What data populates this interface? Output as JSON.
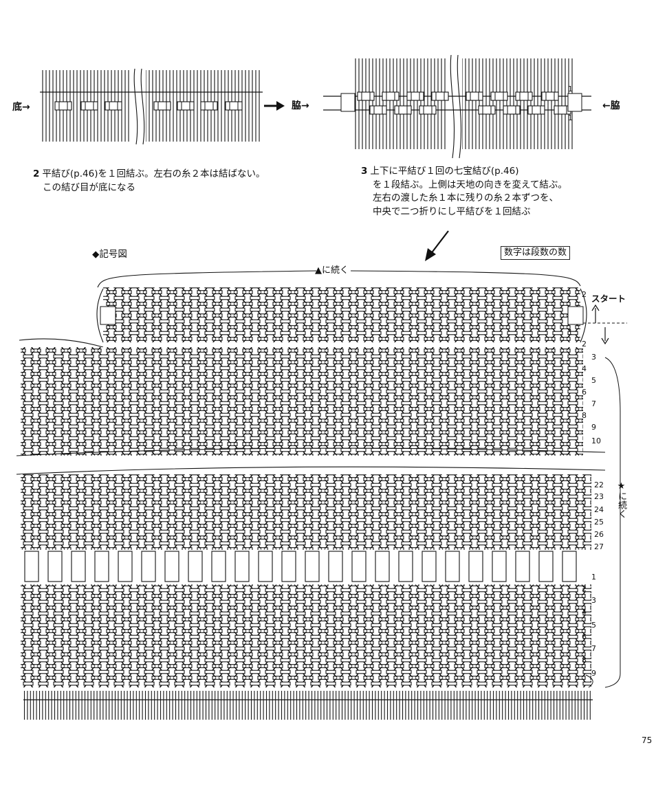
{
  "step2": {
    "number": "2",
    "line1": "平結び(p.46)を１回結ぶ。左右の糸２本は結ばない。",
    "line2": "この結び目が底になる",
    "label_bottom": "底→"
  },
  "step3": {
    "number": "3",
    "line1": "上下に平結び１回の七宝結び(p.46)",
    "line2": "を１段結ぶ。上側は天地の向きを変えて結ぶ。",
    "line3": "左右の渡した糸１本に残りの糸２本ずつを、",
    "line4": "中央で二つ折りにし平結びを１回結ぶ",
    "label_side_left": "脇→",
    "label_side_right": "←脇",
    "row_marks": [
      "1",
      "1"
    ]
  },
  "chart": {
    "title": "◆記号図",
    "note": "数字は段数の数",
    "continue_top": "▲に続く",
    "continue_right": "★に続く",
    "start": "スタート",
    "top_rows": [
      "2",
      "1",
      "2",
      "3",
      "4",
      "5",
      "6",
      "7",
      "8",
      "9",
      "10"
    ],
    "middle_rows": [
      "22",
      "23",
      "24",
      "25",
      "26",
      "27"
    ],
    "bottom_rows": [
      "1",
      "2",
      "3",
      "4",
      "5",
      "6",
      "7",
      "8",
      "9"
    ]
  },
  "page_number": "75"
}
